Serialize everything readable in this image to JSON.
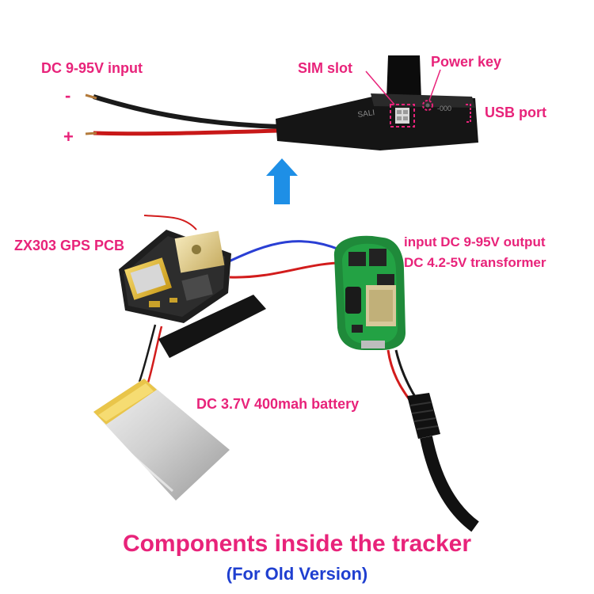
{
  "labels": {
    "dc_input": "DC 9-95V input",
    "minus": "-",
    "plus": "+",
    "sim_slot": "SIM slot",
    "power_key": "Power key",
    "usb_port": "USB port",
    "gps_pcb": "ZX303 GPS PCB",
    "transformer_line1": "input DC 9-95V output",
    "transformer_line2": "DC 4.2-5V transformer",
    "battery": "DC 3.7V 400mah battery"
  },
  "device_text": "SALI",
  "device_text2": "-000",
  "title": "Components inside the tracker",
  "subtitle": "(For Old Version)",
  "colors": {
    "accent": "#e8237a",
    "subtitle": "#1f3fd0",
    "arrow": "#1e8fe6"
  }
}
